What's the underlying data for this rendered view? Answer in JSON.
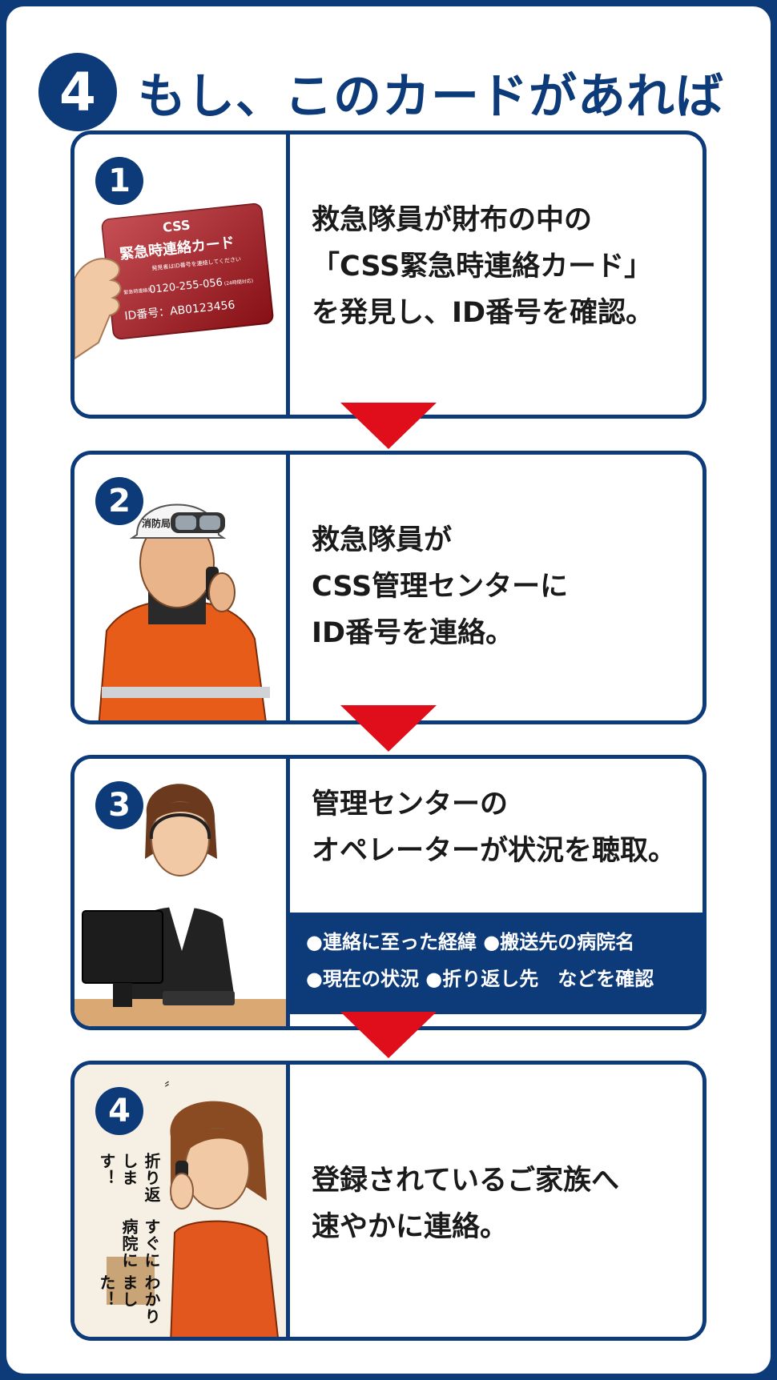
{
  "header": {
    "number": "4",
    "title": "もし、このカードがあれば"
  },
  "steps": [
    {
      "number": "1",
      "lines": [
        "救急隊員が財布の中の",
        "「CSS緊急時連絡カード」",
        "を発見し、ID番号を確認。"
      ]
    },
    {
      "number": "2",
      "lines": [
        "救急隊員が",
        "CSS管理センターに",
        "ID番号を連絡。"
      ]
    },
    {
      "number": "3",
      "lines": [
        "管理センターの",
        "オペレーターが状況を聴取。"
      ],
      "checks": [
        "●連絡に至った経緯 ●搬送先の病院名",
        "●現在の状況 ●折り返し先　などを確認"
      ]
    },
    {
      "number": "4",
      "lines": [
        "登録されているご家族へ",
        "速やかに連絡。"
      ]
    }
  ],
  "card": {
    "logo": "CSS",
    "title": "緊急時連絡カード",
    "note": "発見者はID番号を連絡してください",
    "contact_label": "緊急時連絡先",
    "phone": "0120-255-056",
    "hours": "(24時間対応)",
    "id": "ID番号：AB0123456"
  },
  "firefighter": {
    "helmet_label": "消防局"
  },
  "speech": {
    "lines": [
      "わかりました！",
      "すぐに病院に",
      "折り返します！"
    ]
  },
  "colors": {
    "navy": "#0d3a78",
    "red": "#e00d1a"
  }
}
